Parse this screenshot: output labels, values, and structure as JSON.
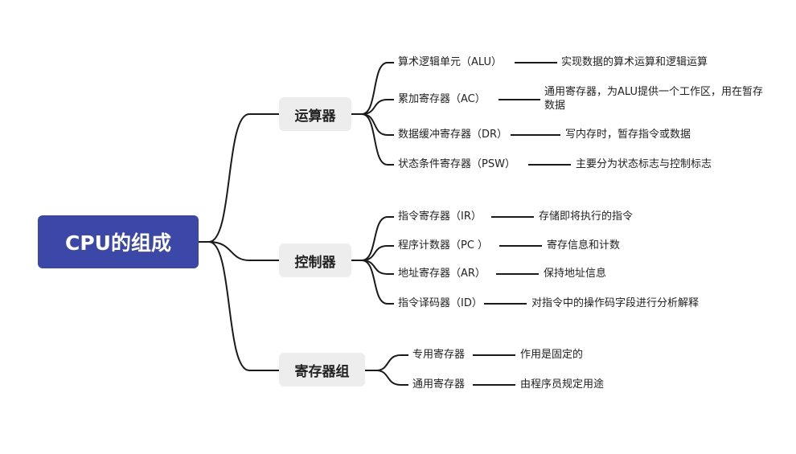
{
  "root": "CPU的组成",
  "branches": [
    {
      "label": "运算器",
      "children": [
        {
          "label": "算术逻辑单元（ALU）",
          "desc": "实现数据的算术运算和逻辑运算"
        },
        {
          "label": "累加寄存器（AC）",
          "desc_line1": "通用寄存器，为ALU提供一个工作区，用在暂存",
          "desc_line2": "数据"
        },
        {
          "label": "数据缓冲寄存器（DR）",
          "desc": "写内存时，暂存指令或数据"
        },
        {
          "label": "状态条件寄存器（PSW）",
          "desc": "主要分为状态标志与控制标志"
        }
      ]
    },
    {
      "label": "控制器",
      "children": [
        {
          "label": "指令寄存器（IR）",
          "desc": "存储即将执行的指令"
        },
        {
          "label": "程序计数器（PC ）",
          "desc": "寄存信息和计数"
        },
        {
          "label": "地址寄存器（AR）",
          "desc": "保持地址信息"
        },
        {
          "label": "指令译码器（ID）",
          "desc": "对指令中的操作码字段进行分析解释"
        }
      ]
    },
    {
      "label": "寄存器组",
      "children": [
        {
          "label": "专用寄存器",
          "desc": "作用是固定的"
        },
        {
          "label": "通用寄存器",
          "desc": "由程序员规定用途"
        }
      ]
    }
  ],
  "colors": {
    "root": "#3b48a8",
    "branch": "#ededed",
    "line": "#1a1a1a"
  }
}
